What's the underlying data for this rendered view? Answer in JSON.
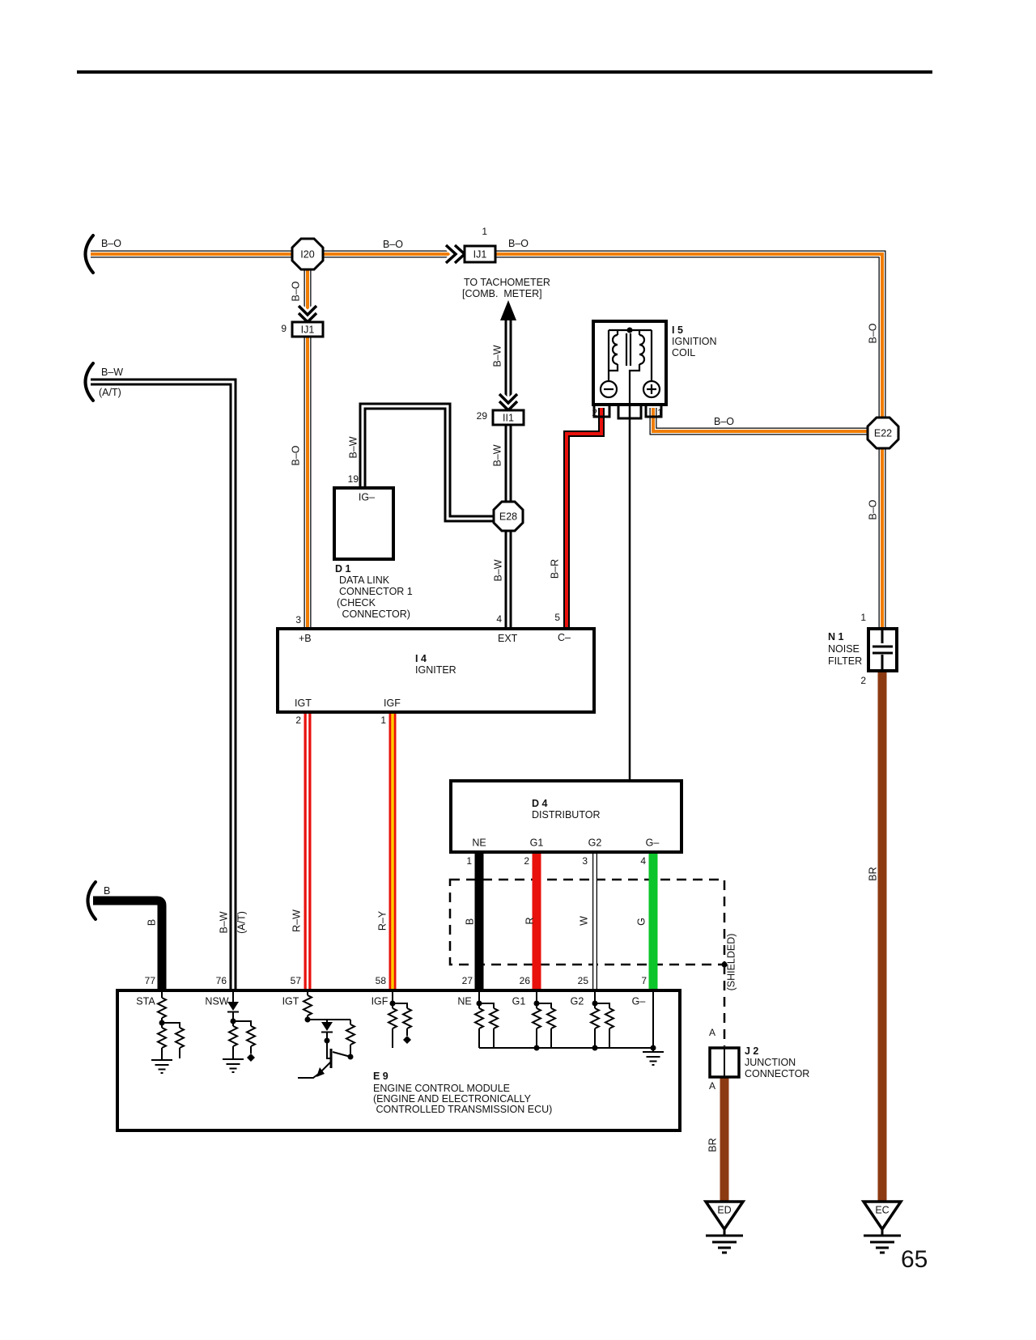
{
  "page": {
    "number": "65"
  },
  "wire_colors": {
    "orange": "#F07D00",
    "red": "#E8110C",
    "yellow": "#FFCC00",
    "green": "#0CC52A",
    "brown": "#8C3A12",
    "black": "#000000",
    "white": "#FFFFFF"
  },
  "wire_labels": {
    "bo": "B–O",
    "bw": "B–W",
    "br": "B–R",
    "b": "B",
    "rw": "R–W",
    "ry": "R–Y",
    "r": "R",
    "w": "W",
    "g": "G",
    "brn": "BR",
    "at": "(A/T)",
    "shielded": "(SHIELDED)"
  },
  "connectors": {
    "i20": "I20",
    "ij1": "IJ1",
    "ii1": "II1",
    "e28": "E28",
    "e22": "E22"
  },
  "grounds": {
    "ed": "ED",
    "ec": "EC"
  },
  "junction": {
    "id": "J 2",
    "line1": "JUNCTION",
    "line2": "CONNECTOR",
    "pin": "A"
  },
  "components": {
    "ignition_coil": {
      "id": "I 5",
      "line1": "IGNITION",
      "line2": "COIL"
    },
    "dlc1": {
      "id": "D 1",
      "line1": "DATA LINK",
      "line2": "CONNECTOR 1",
      "line3": "(CHECK",
      "line4": " CONNECTOR)",
      "terminal": "IG–"
    },
    "igniter": {
      "id": "I 4",
      "name": "IGNITER",
      "t_plus_b": "+B",
      "t_ext": "EXT",
      "t_c": "C–",
      "t_igt": "IGT",
      "t_igf": "IGF"
    },
    "distributor": {
      "id": "D 4",
      "name": "DISTRIBUTOR",
      "t_ne": "NE",
      "t_g1": "G1",
      "t_g2": "G2",
      "t_g": "G–"
    },
    "noise_filter": {
      "id": "N 1",
      "line1": "NOISE",
      "line2": "FILTER"
    },
    "ecm": {
      "id": "E 9",
      "line1": "ENGINE CONTROL MODULE",
      "line2": "(ENGINE AND ELECTRONICALLY",
      "line3": " CONTROLLED TRANSMISSION ECU)",
      "t_sta": "STA",
      "t_nsw": "NSW",
      "t_igt": "IGT",
      "t_igf": "IGF",
      "t_ne": "NE",
      "t_g1": "G1",
      "t_g2": "G2",
      "t_g": "G–"
    }
  },
  "pins": {
    "n1": "1",
    "n2": "2",
    "n3": "3",
    "n4": "4",
    "n5": "5",
    "n7": "7",
    "n9": "9",
    "n19": "19",
    "n25": "25",
    "n26": "26",
    "n27": "27",
    "n29": "29",
    "n57": "57",
    "n58": "58",
    "n76": "76",
    "n77": "77"
  },
  "notes": {
    "tach_line1": "TO TACHOMETER",
    "tach_line2": "[COMB.  METER]"
  }
}
